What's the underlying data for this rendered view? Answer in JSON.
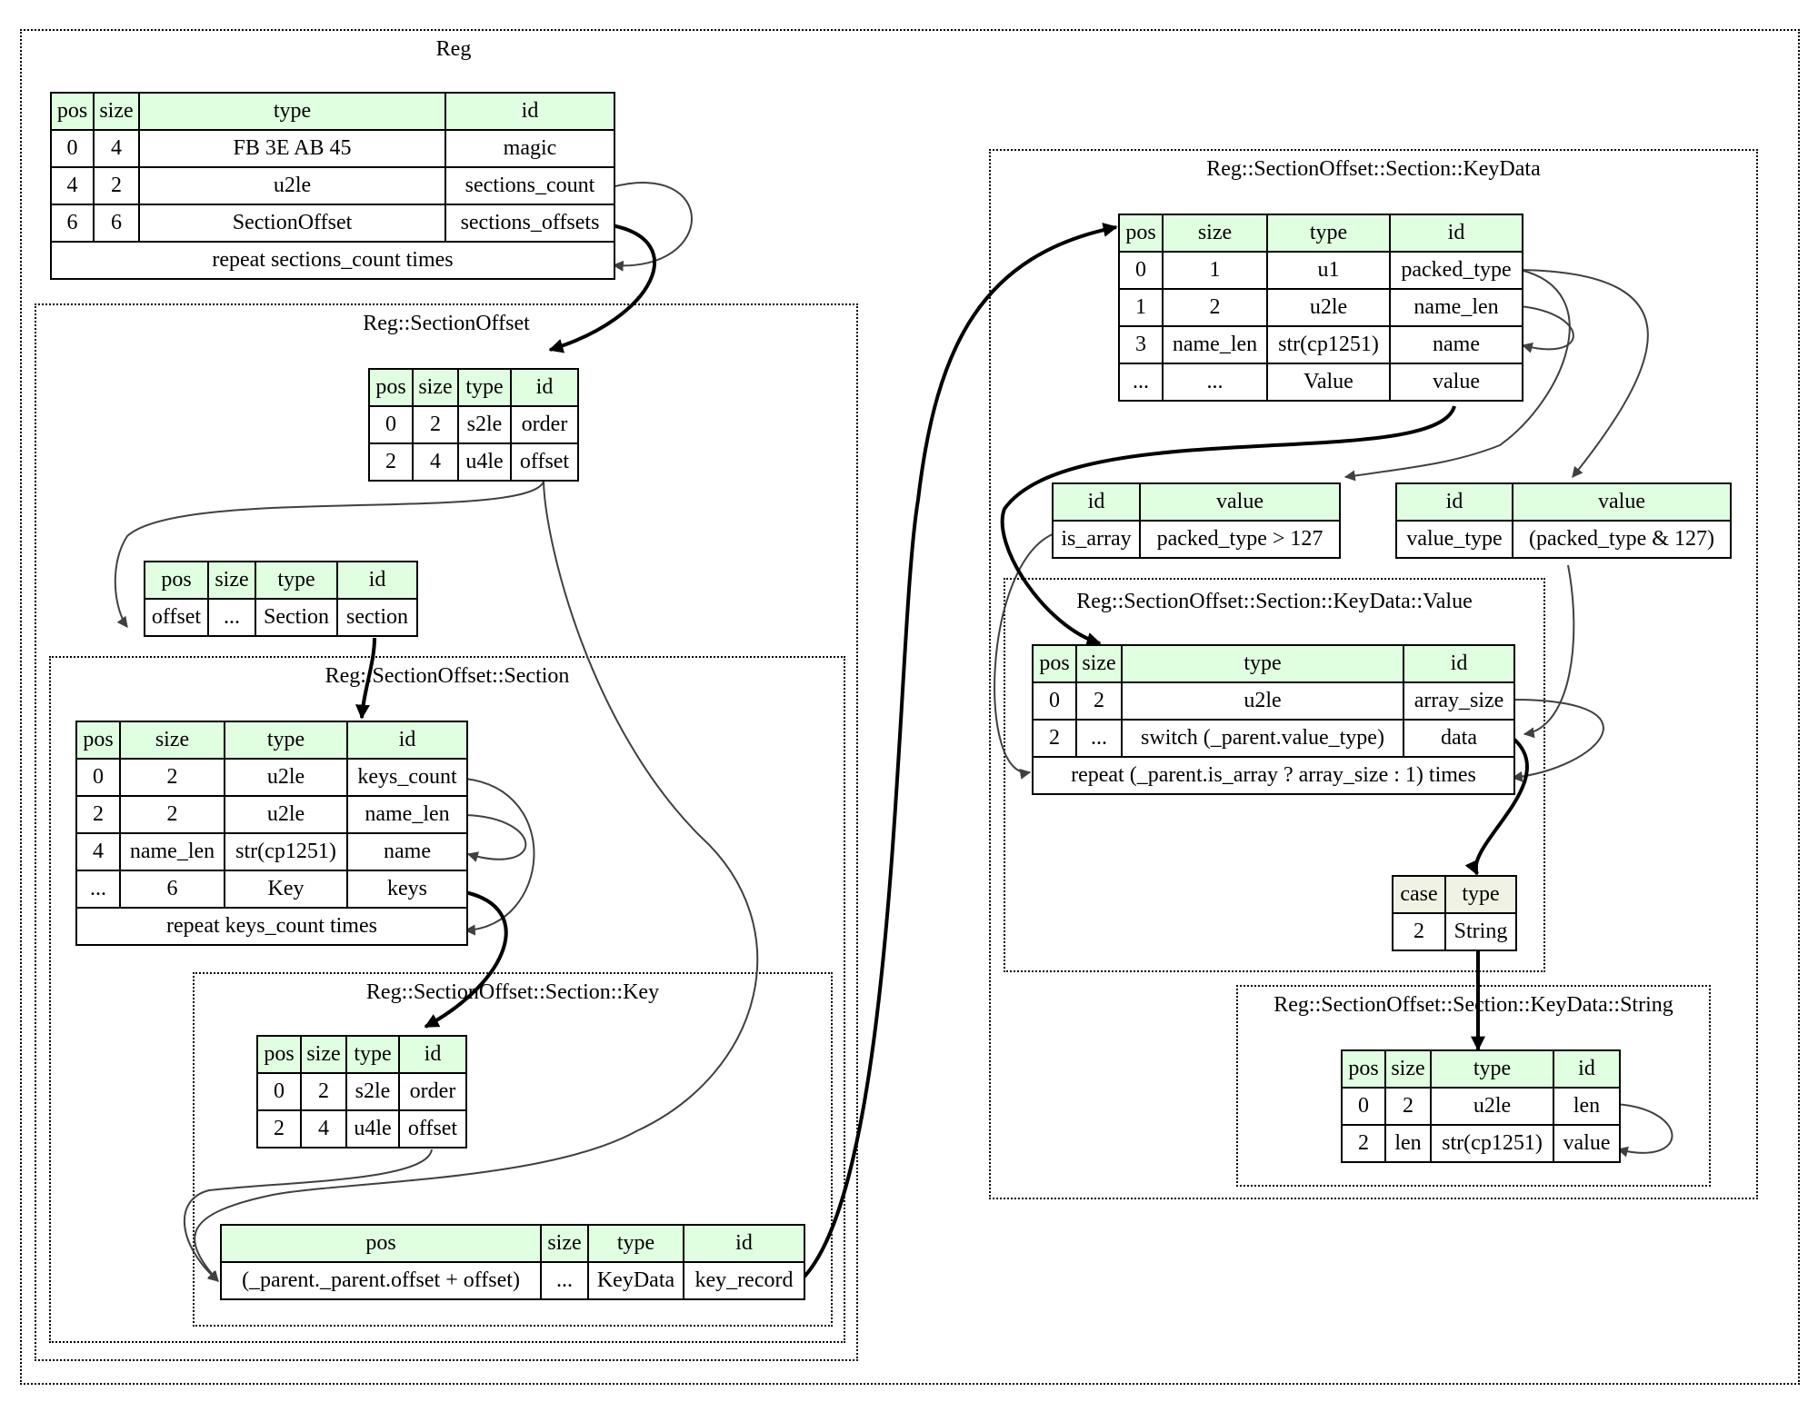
{
  "clusters": {
    "reg": "Reg",
    "section_offset": "Reg::SectionOffset",
    "section": "Reg::SectionOffset::Section",
    "key": "Reg::SectionOffset::Section::Key",
    "keydata": "Reg::SectionOffset::Section::KeyData",
    "value": "Reg::SectionOffset::Section::KeyData::Value",
    "string": "Reg::SectionOffset::Section::KeyData::String"
  },
  "headers": {
    "seq": [
      "pos",
      "size",
      "type",
      "id"
    ],
    "instance": [
      "pos",
      "size",
      "type",
      "id"
    ],
    "inst_value": [
      "id",
      "value"
    ],
    "switch": [
      "case",
      "type"
    ]
  },
  "tables": {
    "reg": {
      "rows": [
        [
          "0",
          "4",
          "FB 3E AB 45",
          "magic"
        ],
        [
          "4",
          "2",
          "u2le",
          "sections_count"
        ],
        [
          "6",
          "6",
          "SectionOffset",
          "sections_offsets"
        ]
      ],
      "repeat": "repeat sections_count times"
    },
    "section_offset": {
      "rows": [
        [
          "0",
          "2",
          "s2le",
          "order"
        ],
        [
          "2",
          "4",
          "u4le",
          "offset"
        ]
      ]
    },
    "section_offset_instance": {
      "rows": [
        [
          "offset",
          "...",
          "Section",
          "section"
        ]
      ]
    },
    "section": {
      "rows": [
        [
          "0",
          "2",
          "u2le",
          "keys_count"
        ],
        [
          "2",
          "2",
          "u2le",
          "name_len"
        ],
        [
          "4",
          "name_len",
          "str(cp1251)",
          "name"
        ],
        [
          "...",
          "6",
          "Key",
          "keys"
        ]
      ],
      "repeat": "repeat keys_count times"
    },
    "key": {
      "rows": [
        [
          "0",
          "2",
          "s2le",
          "order"
        ],
        [
          "2",
          "4",
          "u4le",
          "offset"
        ]
      ]
    },
    "key_instance": {
      "rows": [
        [
          "(_parent._parent.offset + offset)",
          "...",
          "KeyData",
          "key_record"
        ]
      ]
    },
    "keydata": {
      "rows": [
        [
          "0",
          "1",
          "u1",
          "packed_type"
        ],
        [
          "1",
          "2",
          "u2le",
          "name_len"
        ],
        [
          "3",
          "name_len",
          "str(cp1251)",
          "name"
        ],
        [
          "...",
          "...",
          "Value",
          "value"
        ]
      ]
    },
    "is_array": {
      "rows": [
        [
          "is_array",
          "packed_type > 127"
        ]
      ]
    },
    "value_type": {
      "rows": [
        [
          "value_type",
          "(packed_type & 127)"
        ]
      ]
    },
    "value": {
      "rows": [
        [
          "0",
          "2",
          "u2le",
          "array_size"
        ],
        [
          "2",
          "...",
          "switch (_parent.value_type)",
          "data"
        ]
      ],
      "repeat": "repeat (_parent.is_array ? array_size : 1) times"
    },
    "switch": {
      "rows": [
        [
          "2",
          "String"
        ]
      ]
    },
    "string": {
      "rows": [
        [
          "0",
          "2",
          "u2le",
          "len"
        ],
        [
          "2",
          "len",
          "str(cp1251)",
          "value"
        ]
      ]
    }
  },
  "colors": {
    "header_bg": "#e0ffe0",
    "switch_header_bg": "#f0f2e4",
    "edge": "#404040",
    "strong_edge": "#000000"
  }
}
